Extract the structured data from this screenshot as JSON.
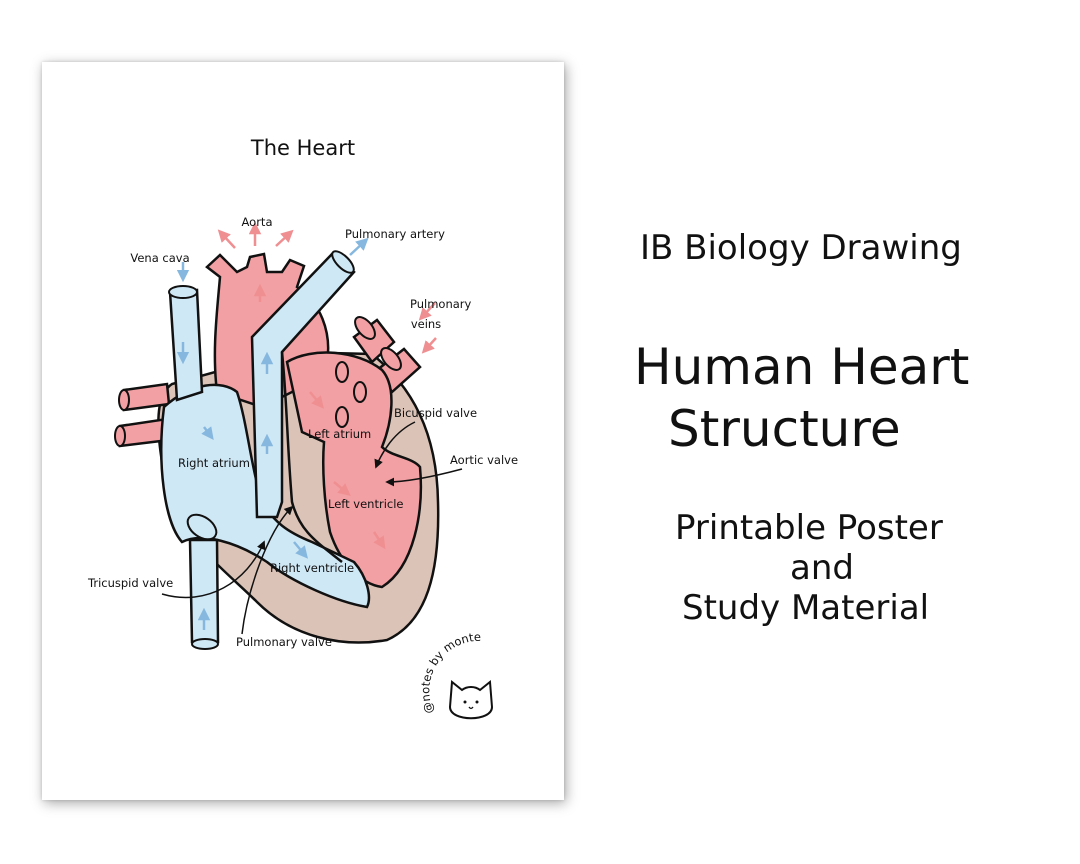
{
  "poster": {
    "title": "The Heart",
    "labels": {
      "aorta": "Aorta",
      "pulmonary_artery": "Pulmonary artery",
      "vena_cava": "Vena cava",
      "pulmonary_veins_1": "Pulmonary",
      "pulmonary_veins_2": "veins",
      "bicuspid_valve": "Bicuspid valve",
      "left_atrium": "Left atrium",
      "aortic_valve": "Aortic valve",
      "right_atrium": "Right atrium",
      "left_ventricle": "Left ventricle",
      "tricuspid_valve": "Tricuspid valve",
      "right_ventricle": "Right ventricle",
      "pulmonary_valve": "Pulmonary valve"
    },
    "watermark": "@notes by monte",
    "colors": {
      "oxygenated": "#f2a0a3",
      "deoxygenated": "#cfe8f6",
      "wall": "#dcc3b7",
      "arrow_red": "#ef8f92",
      "arrow_blue": "#86b8df"
    }
  },
  "headline": {
    "subject": "IB Biology Drawing",
    "title_line1": "Human Heart",
    "title_line2": "Structure",
    "desc_line1": "Printable Poster",
    "desc_line2": "and",
    "desc_line3": "Study Material"
  }
}
